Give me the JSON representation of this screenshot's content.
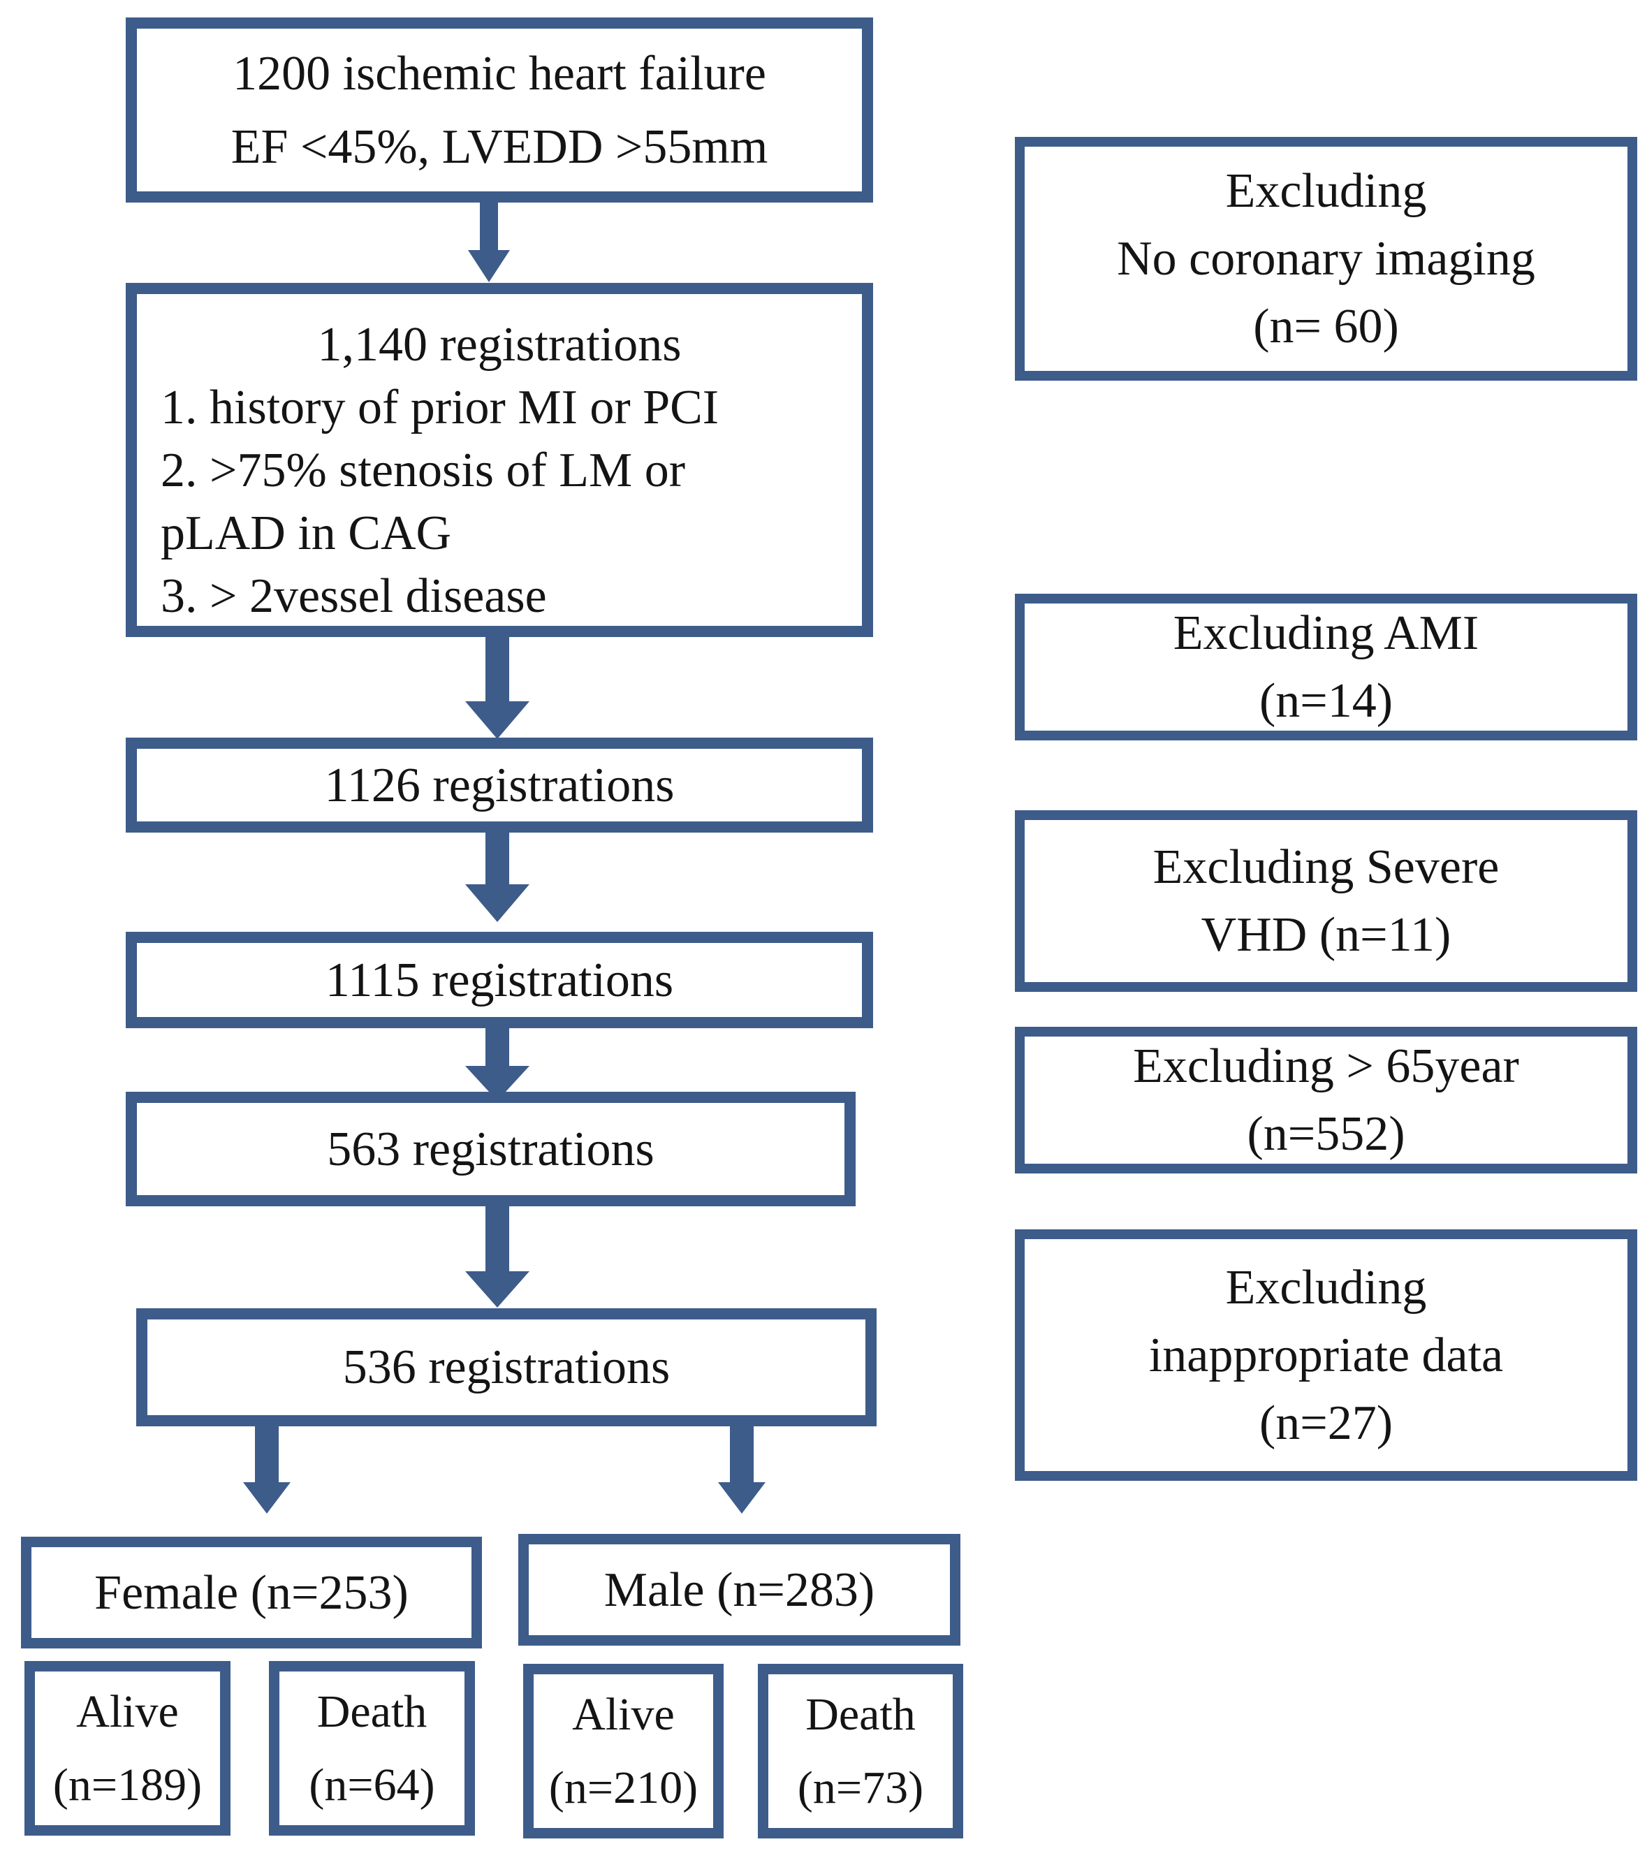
{
  "colors": {
    "accent": "#3d5c8a",
    "text": "#141414",
    "background": "#ffffff"
  },
  "main_flow": {
    "initial": {
      "line1": "1200 ischemic heart failure",
      "line2": "EF <45%, LVEDD >55mm"
    },
    "registrations_1140": {
      "line1": "1,140 registrations",
      "line2": "1. history of prior MI or PCI",
      "line3": "2. >75% stenosis of LM or",
      "line4": "pLAD in CAG",
      "line5": "3. > 2vessel disease"
    },
    "registrations_1126": {
      "line1": "1126 registrations"
    },
    "registrations_1115": {
      "line1": "1115 registrations"
    },
    "registrations_563": {
      "line1": "563 registrations"
    },
    "registrations_536": {
      "line1": "536 registrations"
    },
    "female": {
      "line1": "Female (n=253)"
    },
    "male": {
      "line1": "Male (n=283)"
    },
    "female_alive": {
      "line1": "Alive",
      "line2": "(n=189)"
    },
    "female_death": {
      "line1": "Death",
      "line2": "(n=64)"
    },
    "male_alive": {
      "line1": "Alive",
      "line2": "(n=210)"
    },
    "male_death": {
      "line1": "Death",
      "line2": "(n=73)"
    }
  },
  "exclusions": {
    "no_coronary_imaging": {
      "line1": "Excluding",
      "line2": "No coronary imaging",
      "line3": "(n= 60)"
    },
    "ami": {
      "line1": "Excluding AMI",
      "line2": "(n=14)"
    },
    "severe_vhd": {
      "line1": "Excluding Severe",
      "line2": "VHD (n=11)"
    },
    "over_65": {
      "line1": "Excluding > 65year",
      "line2": "(n=552)"
    },
    "inappropriate_data": {
      "line1": "Excluding",
      "line2": "inappropriate data",
      "line3": "(n=27)"
    }
  }
}
